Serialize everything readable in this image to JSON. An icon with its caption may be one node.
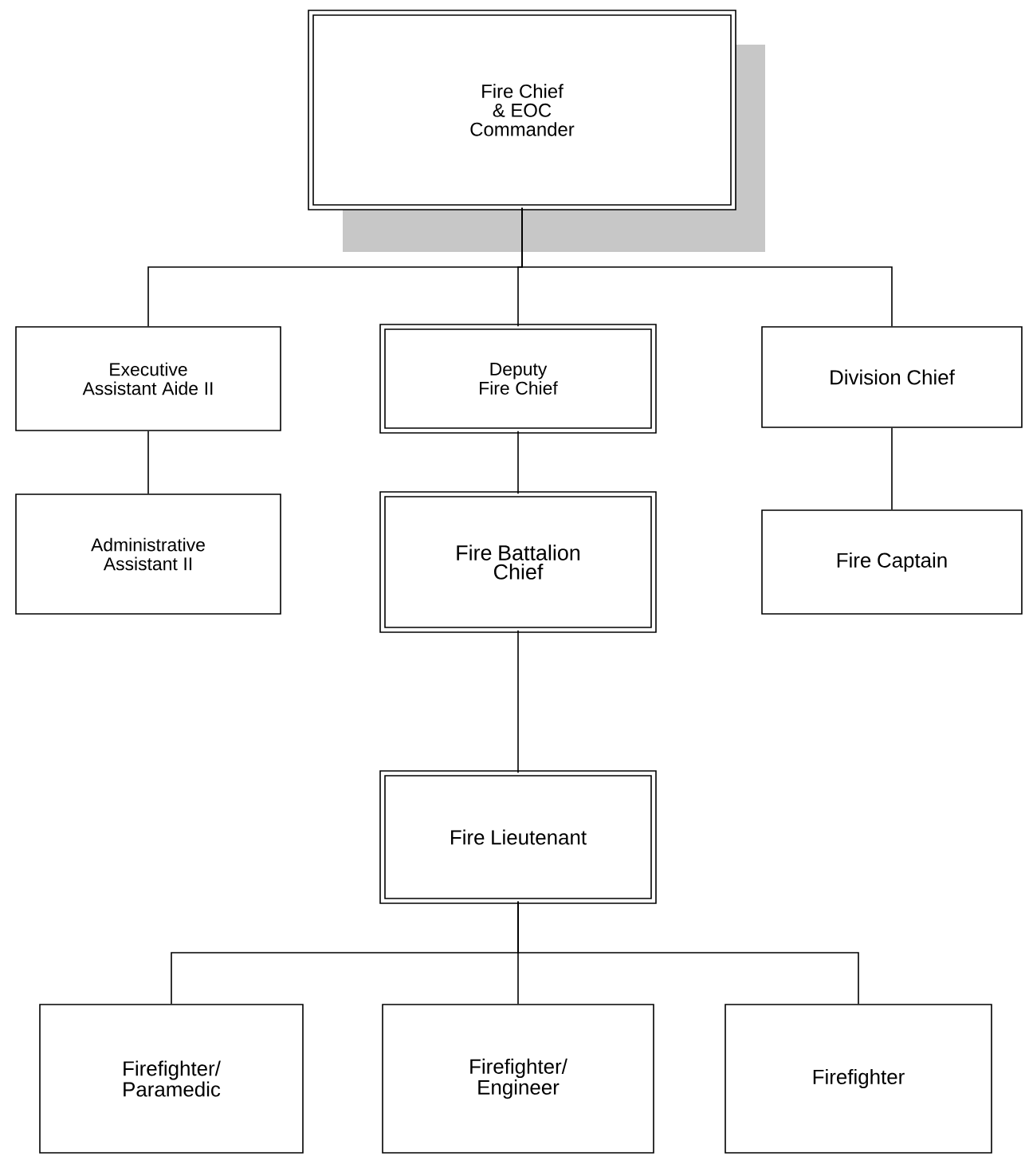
{
  "diagram": {
    "nodes": [
      {
        "text": [
          "Fire Chief & EOC Commander"
        ]
      },
      {
        "text": [
          "Executive Assistant Aide II"
        ]
      },
      {
        "text": [
          "Deputy Fire Chief"
        ]
      },
      {
        "text": [
          "Division Chief"
        ]
      },
      {
        "text": [
          "Administrative Assistant II"
        ]
      },
      {
        "text": [
          "Fire Battalion Chief"
        ]
      },
      {
        "text": [
          "Fire Captain"
        ]
      },
      {
        "text": [
          "Fire Lieutenant"
        ]
      },
      {
        "text": [
          "Firefighter/ Paramedic"
        ]
      },
      {
        "text": [
          "Firefighter/ Engineer"
        ]
      },
      {
        "text": [
          "Firefighter"
        ]
      }
    ],
    "edges": [
      {
        "from": 0,
        "to": 1,
        "arrow": "none"
      },
      {
        "from": 0,
        "to": 2,
        "arrow": "none"
      },
      {
        "from": 0,
        "to": 3,
        "arrow": "none"
      },
      {
        "from": 1,
        "to": 4,
        "arrow": "none"
      },
      {
        "from": 2,
        "to": 5,
        "arrow": "none"
      },
      {
        "from": 3,
        "to": 6,
        "arrow": "none"
      },
      {
        "from": 5,
        "to": 7,
        "arrow": "none"
      },
      {
        "from": 7,
        "to": 8,
        "arrow": "none"
      },
      {
        "from": 7,
        "to": 9,
        "arrow": "none"
      },
      {
        "from": 7,
        "to": 10,
        "arrow": "none"
      }
    ]
  }
}
